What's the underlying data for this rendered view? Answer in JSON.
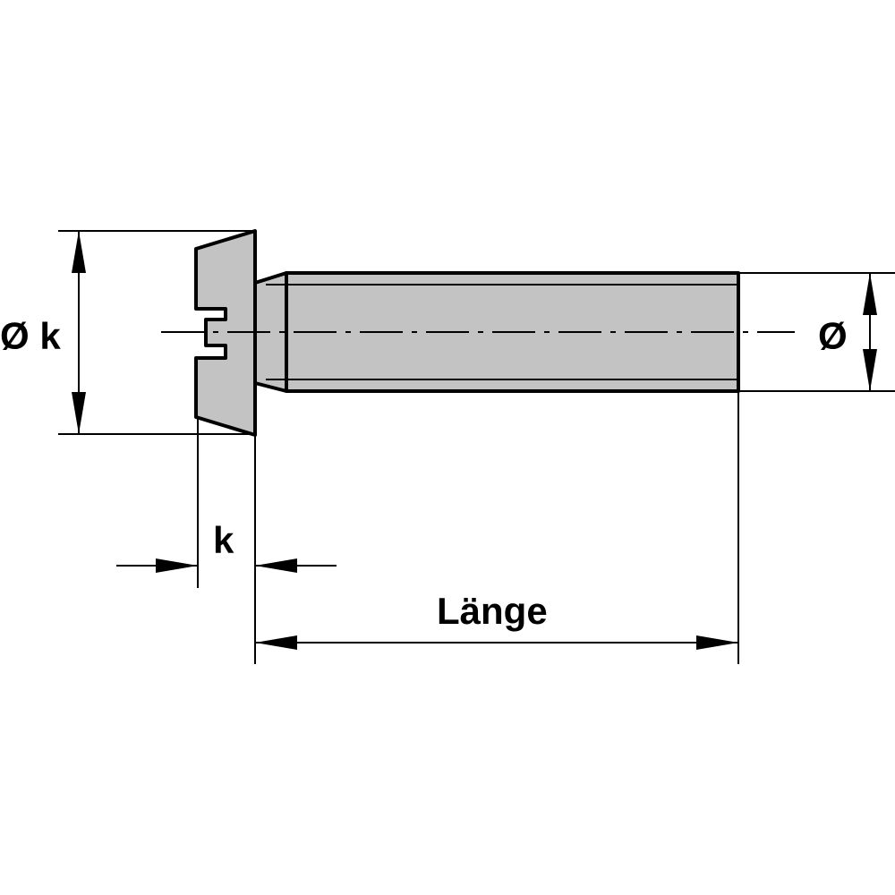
{
  "diagram": {
    "labels": {
      "head_diameter": "Ø k",
      "shank_diameter": "Ø",
      "head_height": "k",
      "length": "Länge"
    },
    "colors": {
      "body_fill": "#c3c3c3",
      "line": "#000000",
      "background": "#ffffff"
    }
  }
}
